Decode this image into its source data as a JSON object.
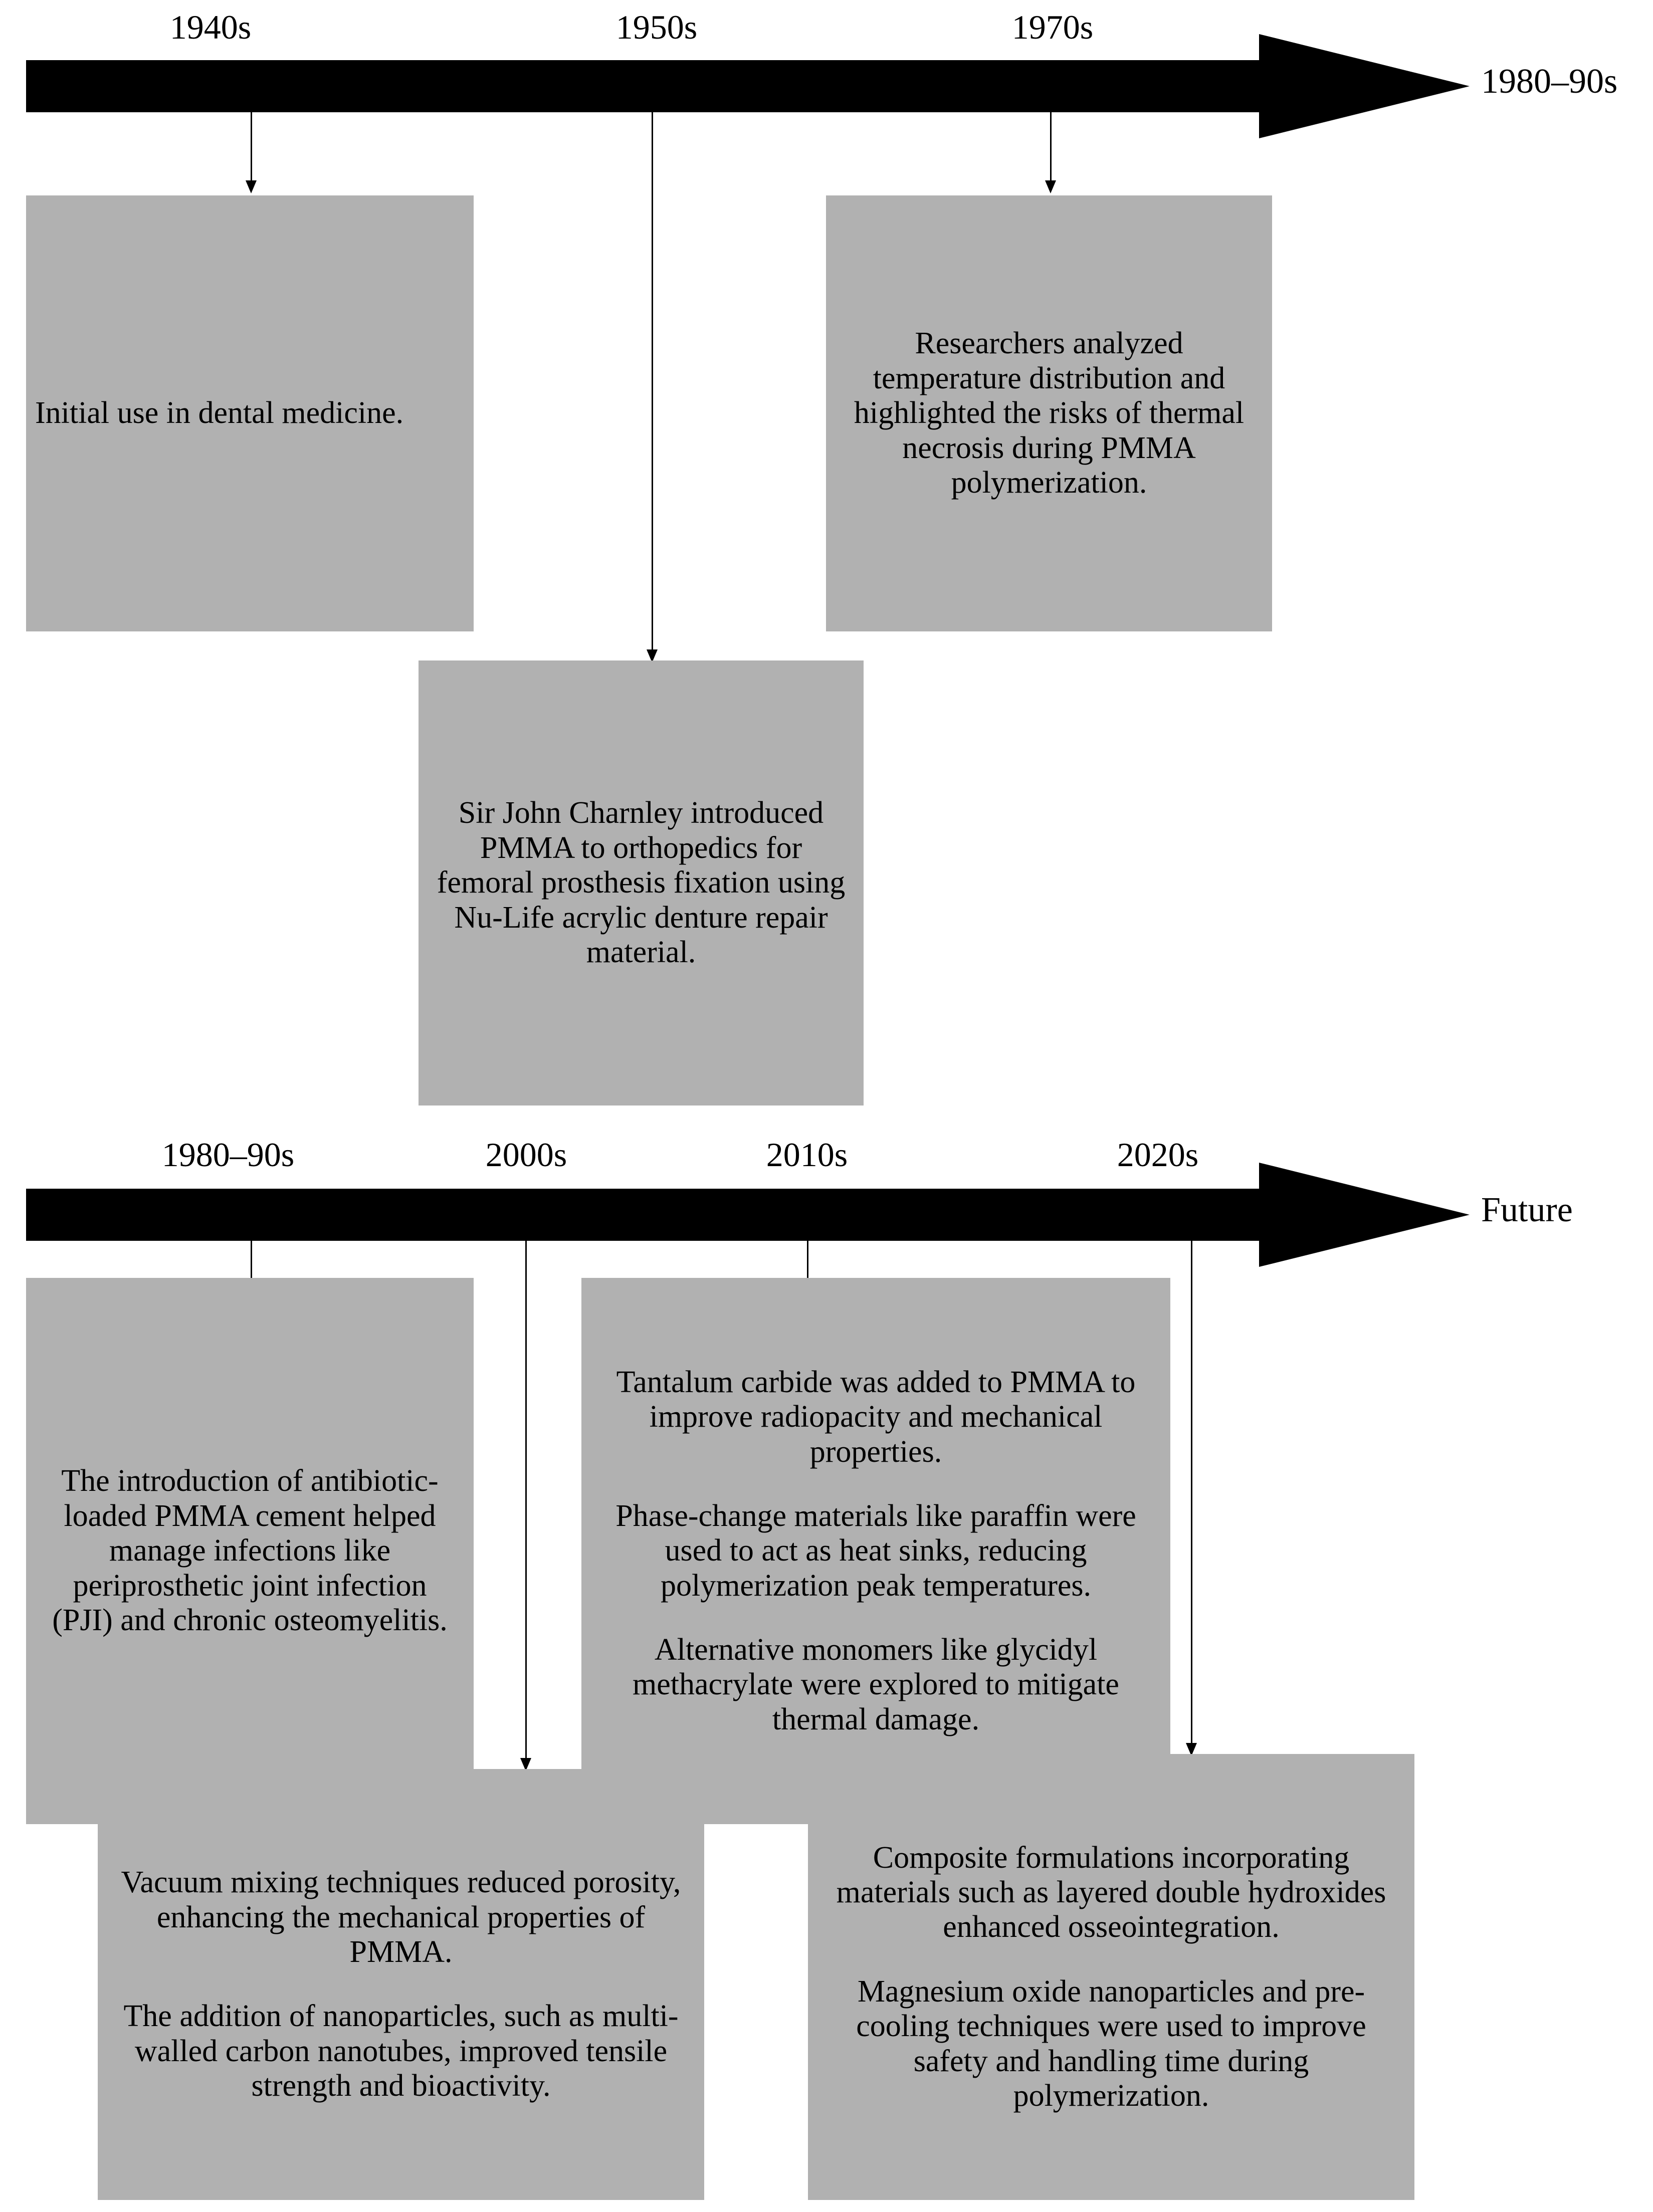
{
  "diagram": {
    "title_text": "",
    "colors": {
      "box_fill": "#b1b1b1",
      "arrow": "#000000",
      "text": "#000000",
      "background": "#ffffff"
    }
  },
  "timelines": [
    {
      "id": "timeline-top",
      "end_label": "1980–90s",
      "ticks": [
        {
          "label": "1940s"
        },
        {
          "label": "1950s"
        },
        {
          "label": "1970s"
        }
      ]
    },
    {
      "id": "timeline-bottom",
      "end_label": "Future",
      "ticks": [
        {
          "label": "1980–90s"
        },
        {
          "label": "2000s"
        },
        {
          "label": "2010s"
        },
        {
          "label": "2020s"
        }
      ]
    }
  ],
  "boxes": {
    "dental": {
      "paragraphs": [
        "Initial use in dental medicine."
      ]
    },
    "thermal_necrosis": {
      "paragraphs": [
        "Researchers analyzed temperature distribution and highlighted the risks of thermal necrosis during PMMA polymerization."
      ]
    },
    "charnley": {
      "paragraphs": [
        "Sir John Charnley introduced PMMA to orthopedics for femoral prosthesis fixation using Nu-Life acrylic denture repair material."
      ]
    },
    "antibiotic": {
      "paragraphs": [
        "The introduction of antibiotic-loaded PMMA cement helped manage infections like periprosthetic joint infection (PJI) and chronic osteomyelitis."
      ]
    },
    "tantalum": {
      "paragraphs": [
        "Tantalum carbide was added to PMMA to improve radiopacity and mechanical properties.",
        "Phase-change materials like paraffin were used to act as heat sinks, reducing polymerization peak temperatures.",
        "Alternative monomers like glycidyl methacrylate were explored to mitigate thermal damage."
      ]
    },
    "vacuum": {
      "paragraphs": [
        "Vacuum mixing techniques reduced porosity, enhancing the mechanical properties of PMMA.",
        "The addition of nanoparticles, such as multi-walled carbon nanotubes, improved tensile strength and bioactivity."
      ]
    },
    "composite": {
      "paragraphs": [
        "Composite formulations incorporating materials such as layered double hydroxides enhanced osseointegration.",
        "Magnesium oxide nanoparticles and pre-cooling techniques were used to improve safety and handling time during polymerization."
      ]
    }
  }
}
